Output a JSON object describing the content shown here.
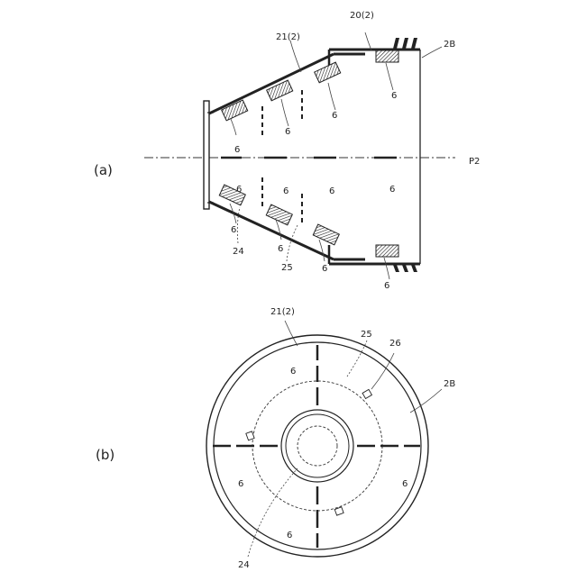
{
  "figure": {
    "panel_a": {
      "label": "(a)",
      "callouts": {
        "housing": "20(2)",
        "cone": "21(2)",
        "wall": "2B",
        "axis": "P2",
        "ring": "24",
        "partition": "25",
        "blade": "6"
      }
    },
    "panel_b": {
      "label": "(b)",
      "callouts": {
        "cone": "21(2)",
        "partition": "25",
        "vent": "26",
        "wall": "2B",
        "ring": "24",
        "blade": "6"
      }
    }
  }
}
